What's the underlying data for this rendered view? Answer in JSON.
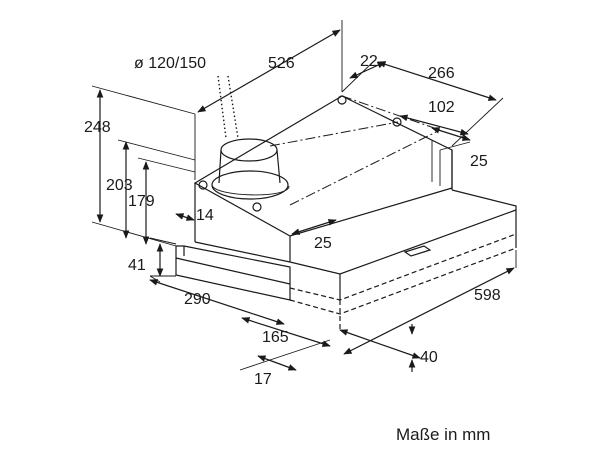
{
  "caption": "Maße in mm",
  "dimensions": {
    "duct_diameter": "ø 120/150",
    "d526": "526",
    "d22": "22",
    "d266": "266",
    "d102": "102",
    "d25_right": "25",
    "d248": "248",
    "d203": "203",
    "d179": "179",
    "d14": "14",
    "d25_mid": "25",
    "d41": "41",
    "d290": "290",
    "d598": "598",
    "d165": "165",
    "d40": "40",
    "d17": "17"
  }
}
